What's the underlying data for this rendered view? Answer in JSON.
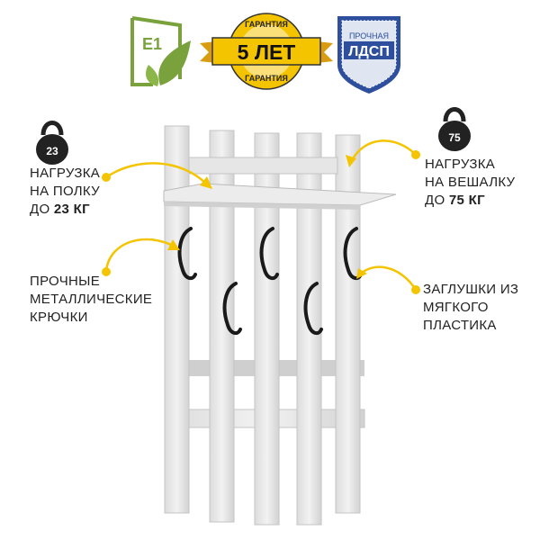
{
  "badges": {
    "e1": "E1",
    "warranty_top": "ГАРАНТИЯ",
    "warranty_main": "5 ЛЕТ",
    "warranty_bottom": "ГАРАНТИЯ",
    "ldsp_top": "ПРОЧНАЯ",
    "ldsp_main": "ЛДСП"
  },
  "kettlebells": {
    "shelf": "23",
    "hanger": "75"
  },
  "features": {
    "shelf_load": {
      "line1": "НАГРУЗКА",
      "line2": "НА ПОЛКУ",
      "line3_prefix": "ДО ",
      "line3_value": "23 КГ"
    },
    "hanger_load": {
      "line1": "НАГРУЗКА",
      "line2": "НА ВЕШАЛКУ",
      "line3_prefix": "ДО ",
      "line3_value": "75 КГ"
    },
    "hooks": {
      "line1": "ПРОЧНЫЕ",
      "line2": "МЕТАЛЛИЧЕСКИЕ",
      "line3": "КРЮЧКИ"
    },
    "caps": {
      "line1": "ЗАГЛУШКИ ИЗ",
      "line2": "МЯГКОГО",
      "line3": "ПЛАСТИКА"
    }
  },
  "colors": {
    "accent": "#f5c400",
    "eco": "#7aa23c",
    "ldsp": "#2d4f9e"
  }
}
